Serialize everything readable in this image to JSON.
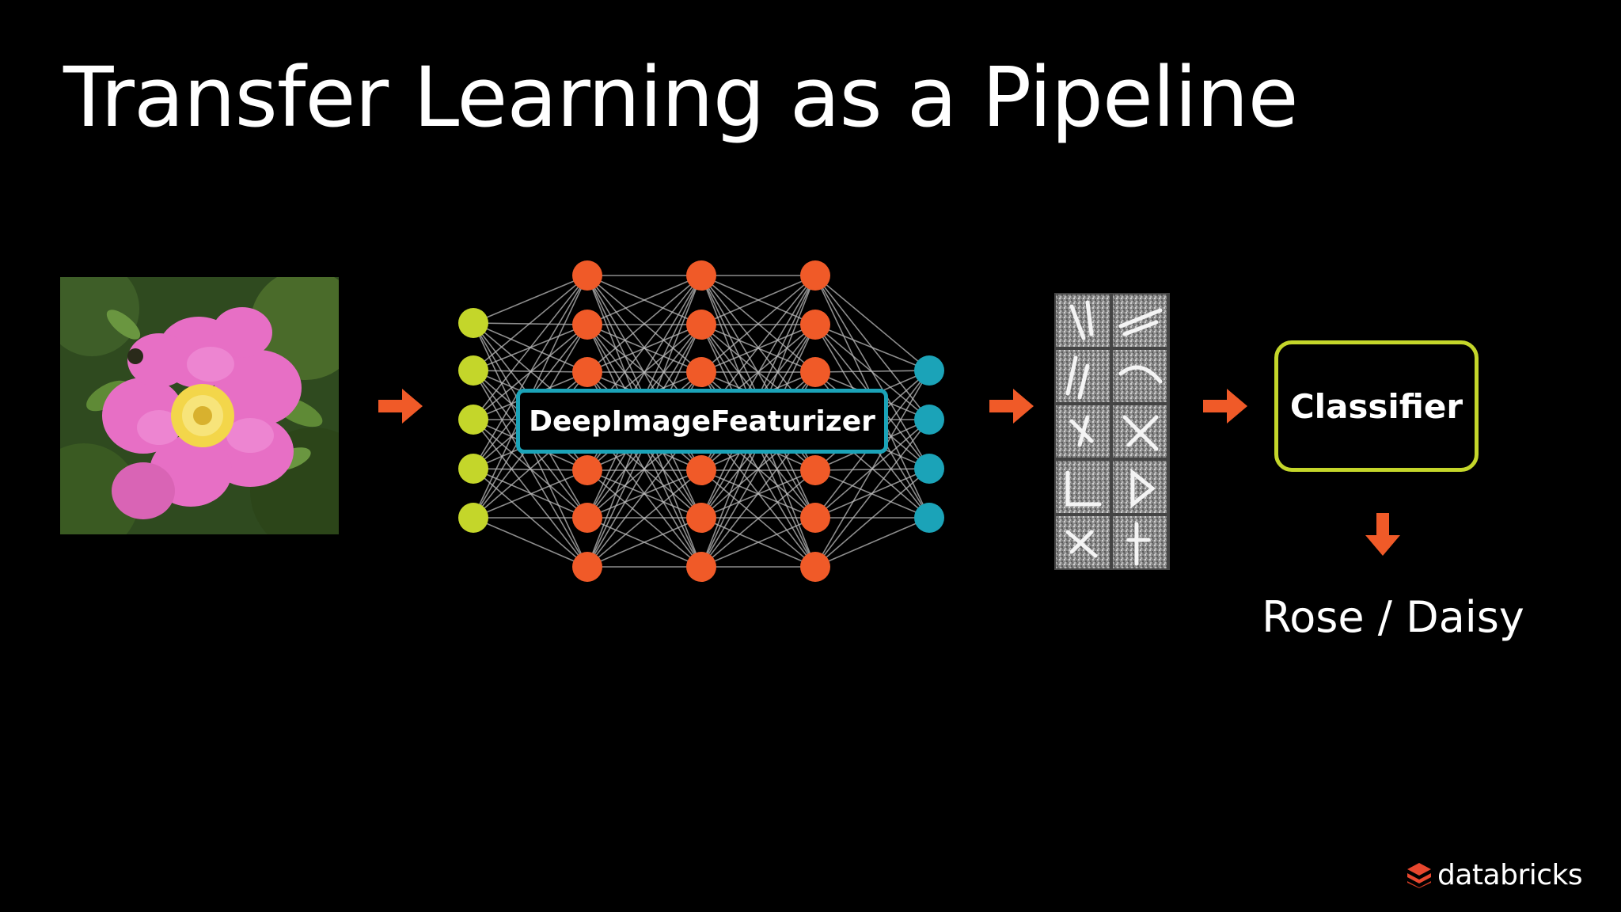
{
  "slide": {
    "title": "Transfer Learning as a Pipeline"
  },
  "pipeline": {
    "featurizer_label": "DeepImageFeaturizer",
    "classifier_label": "Classifier",
    "output_label": "Rose / Daisy"
  },
  "brand": {
    "logo_text": "databricks"
  },
  "colors": {
    "background": "#000000",
    "arrow": "#f05a28",
    "input_node": "#c4d62a",
    "hidden_node": "#f05a28",
    "output_node": "#1ba3b8",
    "featurizer_border": "#1ba3b8",
    "classifier_border": "#c4d62a",
    "logo_mark": "#e8472e"
  },
  "network": {
    "input_nodes": 5,
    "hidden_layers": 3,
    "hidden_nodes_per_layer": 7,
    "output_nodes": 4
  }
}
